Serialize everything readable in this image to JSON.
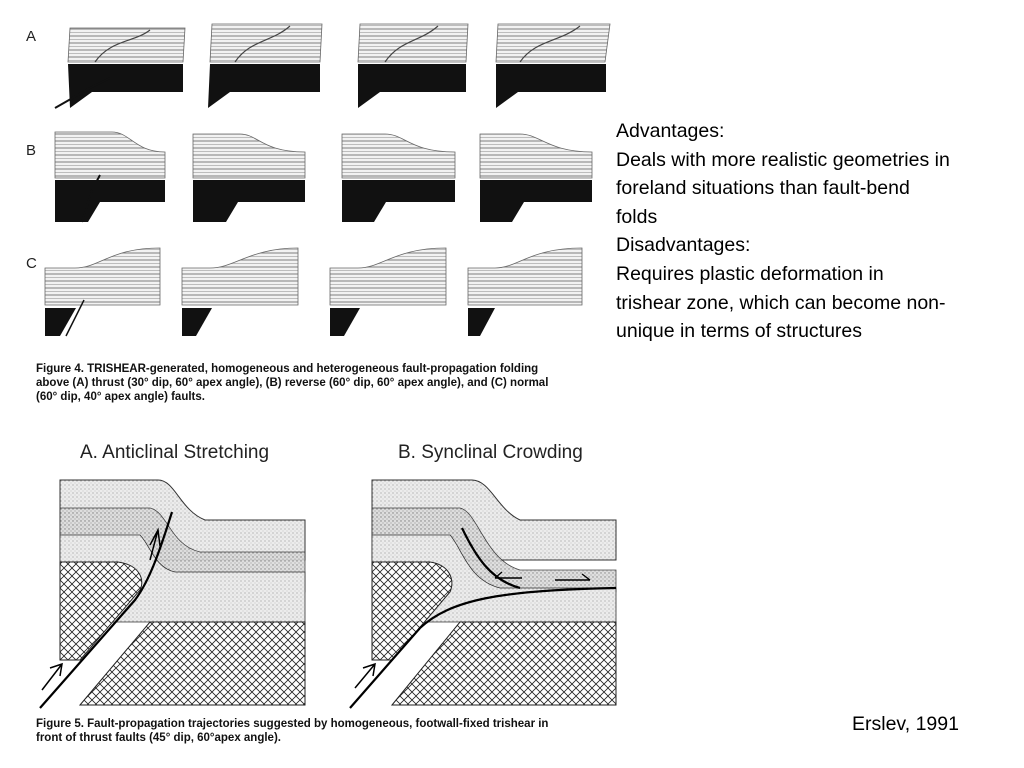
{
  "figure4": {
    "row_labels": [
      "A",
      "B",
      "C"
    ],
    "caption": "Figure 4. TRISHEAR-generated, homogeneous and heterogeneous fault-propagation folding\nabove (A) thrust (30° dip, 60° apex angle), (B) reverse (60° dip, 60° apex angle), and (C) normal\n(60° dip, 40° apex angle) faults."
  },
  "figure5": {
    "panel_a_title": "A.  Anticlinal Stretching",
    "panel_b_title": "B.  Synclinal Crowding",
    "caption": "Figure 5. Fault-propagation trajectories suggested by homogeneous, footwall-fixed trishear in\nfront of thrust faults (45° dip, 60°apex angle)."
  },
  "notes": {
    "lines": [
      "Advantages:",
      "Deals with more realistic geometries in",
      "foreland situations than fault-bend",
      "folds",
      "Disadvantages:",
      "Requires plastic deformation in",
      "trishear zone, which can become non-",
      "unique in terms of structures"
    ]
  },
  "credit": "Erslev, 1991"
}
